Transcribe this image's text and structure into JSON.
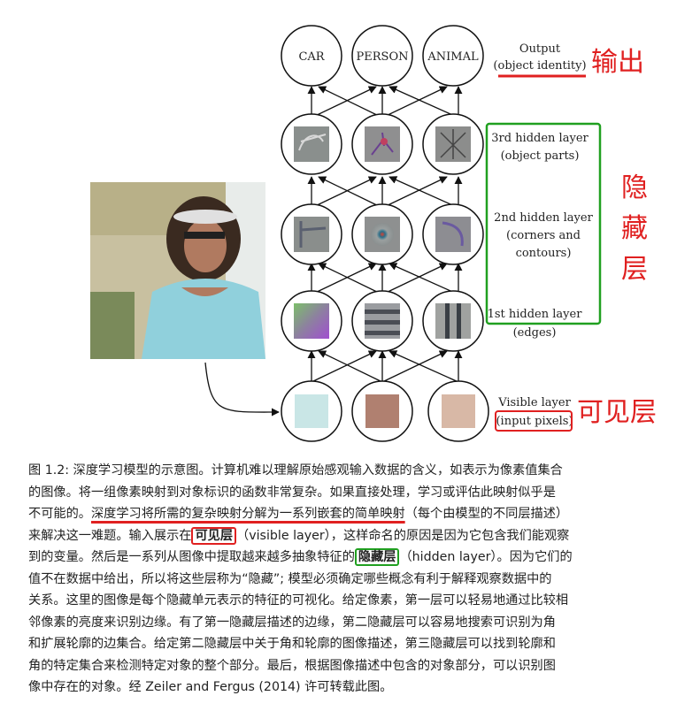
{
  "output_nodes": [
    "CAR",
    "PERSON",
    "ANIMAL"
  ],
  "labels": {
    "output_1": "Output",
    "output_2": "(object identity)",
    "h3_1": "3rd hidden layer",
    "h3_2": "(object parts)",
    "h2_1": "2nd hidden layer",
    "h2_2": "(corners and",
    "h2_3": "contours)",
    "h1_1": "1st hidden layer",
    "h1_2": "(edges)",
    "vis_1": "Visible layer",
    "vis_2": "(input pixels)"
  },
  "annotations": {
    "output": "输出",
    "hidden": [
      "隐",
      "藏",
      "层"
    ],
    "visible": "可见层"
  },
  "colors": {
    "red": "#e02020",
    "green": "#20a020",
    "pixel_1": "#c9e6e6",
    "pixel_2": "#b08070",
    "pixel_3": "#d8b8a6"
  },
  "caption": {
    "l1": "图 1.2: 深度学习模型的示意图。计算机难以理解原始感观输入数据的含义，如表示为像素值集合",
    "l2": "的图像。将一组像素映射到对象标识的函数非常复杂。如果直接处理，学习或评估此映射似乎是",
    "l3a": "不可能的。",
    "l3b": "深度学习将所需的复杂映射分解为一系列嵌套的简单映射",
    "l3c": "（每个由模型的不同层描述）",
    "l4a": "来解决这一难题。输入展示在",
    "l4b": "可见层",
    "l4c": "（visible layer），这样命名的原因是因为它包含我们能观察",
    "l5a": "到的变量。然后是一系列从图像中提取越来越多抽象特征的",
    "l5b": "隐藏层",
    "l5c": "（hidden layer）。因为它们的",
    "l6": "值不在数据中给出，所以将这些层称为“隐藏”; 模型必须确定哪些概念有利于解释观察数据中的",
    "l7": "关系。这里的图像是每个隐藏单元表示的特征的可视化。给定像素，第一层可以轻易地通过比较相",
    "l8": "邻像素的亮度来识别边缘。有了第一隐藏层描述的边缘，第二隐藏层可以容易地搜索可识别为角",
    "l9": "和扩展轮廓的边集合。给定第二隐藏层中关于角和轮廓的图像描述，第三隐藏层可以找到轮廓和",
    "l10": "角的特定集合来检测特定对象的整个部分。最后，根据图像描述中包含的对象部分，可以识别图",
    "l11": "像中存在的对象。经 Zeiler and Fergus (2014) 许可转载此图。"
  }
}
